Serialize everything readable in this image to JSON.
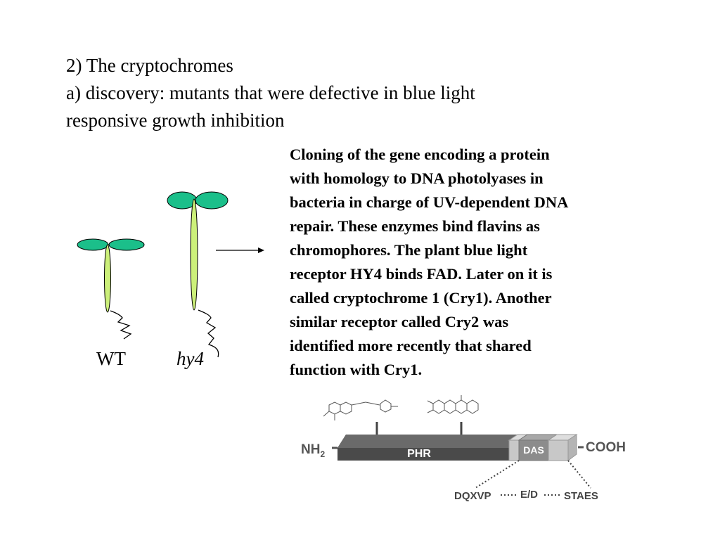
{
  "heading": {
    "line1": "2) The cryptochromes",
    "line2": "a) discovery: mutants that were defective in blue light",
    "line3": "responsive growth inhibition"
  },
  "description": {
    "lines": [
      "Cloning of the gene encoding a protein",
      "with homology to DNA photolyases in",
      "bacteria in charge of UV-dependent DNA",
      "repair. These enzymes bind flavins as",
      "chromophores. The plant blue light",
      "receptor HY4 binds FAD. Later on it is",
      "called cryptochrome 1 (Cry1). Another",
      "similar receptor called Cry2 was",
      "identified more recently that shared",
      "function with Cry1."
    ]
  },
  "seedlings": {
    "wt_label": "WT",
    "mutant_label": "hy4",
    "cotyledon_color": "#1bbf8a",
    "hypocotyl_color": "#ccf07a"
  },
  "domain_diagram": {
    "n_terminus": "NH",
    "n_terminus_sub": "2",
    "c_terminus": "COOH",
    "phr_label": "PHR",
    "das_label": "DAS",
    "motif_1": "DQXVP",
    "motif_2": "E/D",
    "motif_3": "STAES",
    "phr_color": "#4a4a4a",
    "das_color": "#8c8c8c",
    "segment_color": "#c8c8c8"
  }
}
